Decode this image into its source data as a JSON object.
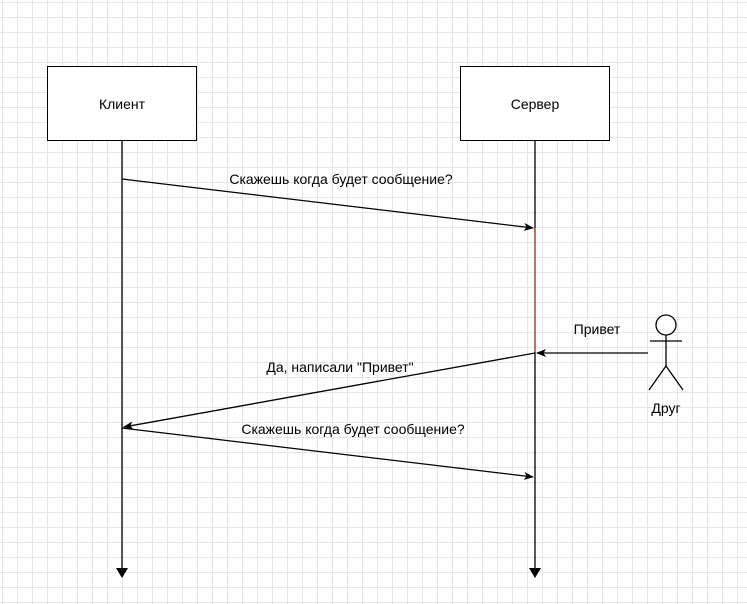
{
  "participants": {
    "client": "Клиент",
    "server": "Сервер",
    "friend": "Друг"
  },
  "messages": [
    {
      "from": "client",
      "to": "server",
      "label": "Скажешь когда будет сообщение?"
    },
    {
      "from": "friend",
      "to": "server",
      "label": "Привет"
    },
    {
      "from": "server",
      "to": "client",
      "label": "Да, написали \"Привет\""
    },
    {
      "from": "client",
      "to": "server",
      "label": "Скажешь когда будет сообщение?"
    }
  ],
  "colors": {
    "line": "#000000",
    "activation": "#b85450",
    "grid": "#e6e6e6"
  }
}
